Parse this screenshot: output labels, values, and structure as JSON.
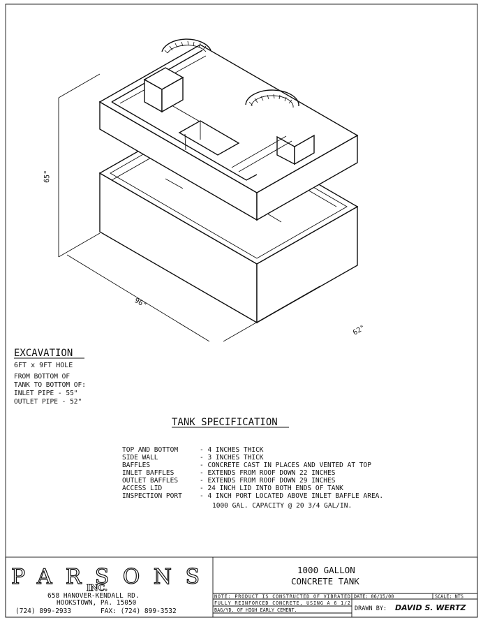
{
  "dimensions": {
    "height": "65\"",
    "length": "96\"",
    "width": "62\""
  },
  "excavation": {
    "heading": "EXCAVATION",
    "hole": "6FT x 9FT HOLE",
    "line1": "FROM BOTTOM OF",
    "line2": "TANK TO BOTTOM OF:",
    "inlet": "INLET PIPE - 55\"",
    "outlet": "OUTLET PIPE - 52\""
  },
  "spec": {
    "title": "TANK SPECIFICATION",
    "rows": [
      {
        "label": "TOP AND BOTTOM",
        "value": "-  4 INCHES THICK"
      },
      {
        "label": "SIDE WALL",
        "value": "-  3 INCHES THICK"
      },
      {
        "label": "BAFFLES",
        "value": "-  CONCRETE CAST IN PLACES AND VENTED AT TOP"
      },
      {
        "label": "INLET BAFFLES",
        "value": "-  EXTENDS FROM ROOF DOWN 22 INCHES"
      },
      {
        "label": "OUTLET BAFFLES",
        "value": "-  EXTENDS FROM ROOF DOWN 29 INCHES"
      },
      {
        "label": "ACCESS LID",
        "value": "-  24 INCH LID INTO BOTH ENDS OF TANK"
      },
      {
        "label": "INSPECTION PORT",
        "value": "-  4 INCH PORT LOCATED ABOVE INLET BAFFLE AREA."
      }
    ],
    "capacity": "1000 GAL. CAPACITY @ 20 3/4 GAL/IN."
  },
  "titleblock": {
    "company": "PARSONS",
    "inc": "INC.",
    "address1": "658 HANOVER-KENDALL RD.",
    "address2": "HOOKSTOWN, PA. 15050",
    "phone": "(724) 899-2933",
    "fax": "FAX: (724) 899-3532",
    "product_line1": "1000 GALLON",
    "product_line2": "CONCRETE TANK",
    "note1": "NOTE: PRODUCT IS CONSTRUCTED OF VIBRATED",
    "note2": "FULLY REINFORCED CONCRETE, USING A 6 1/2",
    "note3": "BAG/YD. OF HIGH EARLY CEMENT.",
    "date": "DATE: 06/15/00",
    "scale": "SCALE: NTS",
    "drawn_by_label": "DRAWN BY:",
    "drawn_by": "DAVID S. WERTZ"
  }
}
